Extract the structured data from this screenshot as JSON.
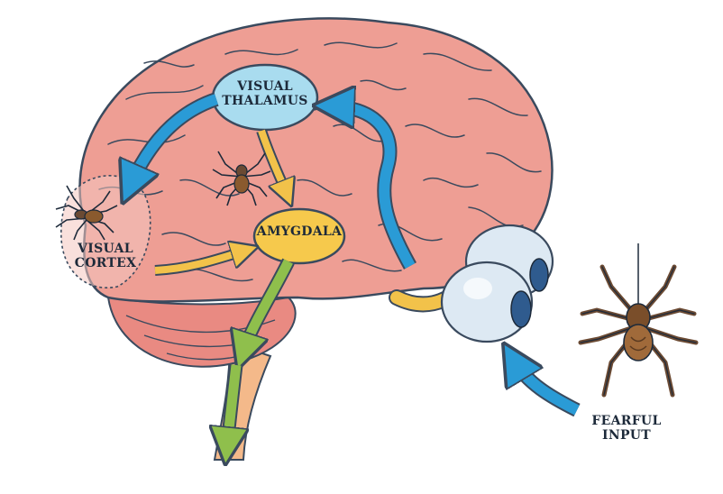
{
  "labels": {
    "visual_thalamus": [
      "VISUAL",
      "THALAMUS"
    ],
    "amygdala": "AMYGDALA",
    "visual_cortex": [
      "VISUAL",
      "CORTEX"
    ],
    "fearful_input": [
      "FEARFUL",
      "INPUT"
    ]
  },
  "colors": {
    "brain_fill": "#ee9e94",
    "brain_stroke": "#3a4a5e",
    "thalamus_fill": "#a9dcef",
    "amygdala_fill": "#f6c94c",
    "pathway_blue": "#2a9bd6",
    "pathway_yellow": "#f2c24a",
    "pathway_green": "#8fbf4c",
    "eye_white": "#dde9f3",
    "iris": "#2f5b8e",
    "spider_body": "#8a5a2e",
    "spider_legs": "#6b4a33"
  },
  "icons": [
    "brain-icon",
    "eyeball-icon",
    "spider-icon"
  ]
}
